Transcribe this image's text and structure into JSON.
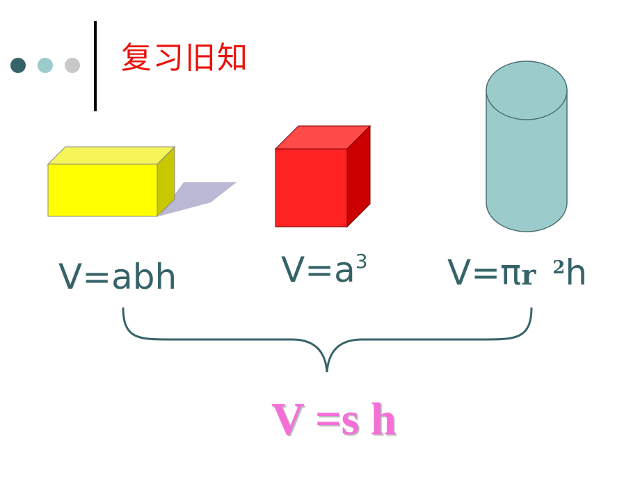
{
  "header": {
    "title": "复习旧知",
    "title_color": "#e8120c",
    "dots": [
      {
        "name": "dot-dark-teal",
        "color": "#356367"
      },
      {
        "name": "dot-light-teal",
        "color": "#9ccbcb"
      },
      {
        "name": "dot-gray",
        "color": "#c8c8c8"
      }
    ]
  },
  "shapes": {
    "cuboid": {
      "front": "#ffff00",
      "top": "#f5f55a",
      "side": "#c8c800",
      "shadow": "#b9b9d6"
    },
    "cube": {
      "front": "#ff2222",
      "top": "#ff4a4a",
      "side": "#cc0000"
    },
    "cylinder": {
      "fill": "#9ccbcb",
      "stroke": "#4a6f70"
    }
  },
  "formulas": {
    "cuboid": {
      "lead": "V=abh"
    },
    "cube": {
      "lead": "V=a",
      "exponent": "3"
    },
    "cylinder": {
      "lead": "V=",
      "pi": "π",
      "r": "r ",
      "exponent": "2",
      "tail": "h"
    },
    "color": "#356367"
  },
  "brace_color": "#356367",
  "result": {
    "text": "V =s h",
    "color": "#f56fd8"
  }
}
